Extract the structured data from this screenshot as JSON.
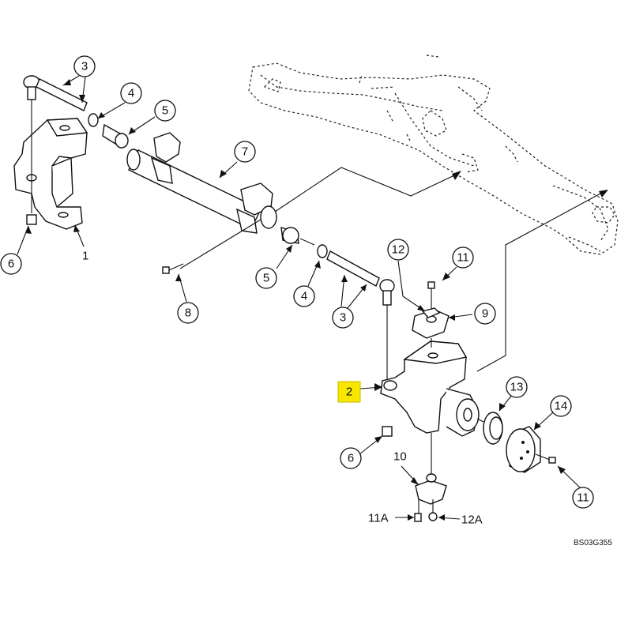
{
  "callouts": {
    "c1": "1",
    "c2": "2",
    "c3a": "3",
    "c3b": "3",
    "c4a": "4",
    "c4b": "4",
    "c5a": "5",
    "c5b": "5",
    "c6a": "6",
    "c6b": "6",
    "c7": "7",
    "c8": "8",
    "c9": "9",
    "c10": "10",
    "c11a": "11",
    "c11b": "11",
    "c11A": "11A",
    "c12": "12",
    "c12A": "12A",
    "c13": "13",
    "c14": "14"
  },
  "reference_code": "BS03G355",
  "highlight_color": "#f6e600"
}
